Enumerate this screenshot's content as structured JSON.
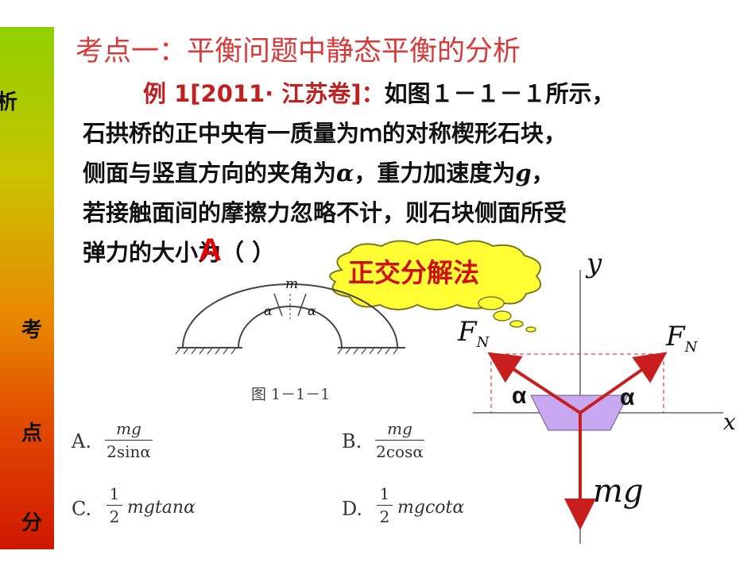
{
  "sidebar": {
    "labels": [
      "析",
      "考",
      "点",
      "分"
    ],
    "gradient_colors": [
      "#8fd000",
      "#e88a00",
      "#d01800"
    ]
  },
  "title": "考点一：平衡问题中静态平衡的分析",
  "question": {
    "prefix": "例 1[2011· 江苏卷]：",
    "line1_rest": "如图１－１－１所示，",
    "line2": "石拱桥的正中央有一质量为ｍ的对称楔形石块，",
    "line3_a": "侧面与竖直方向的夹角为",
    "alpha_symbol": "α",
    "line3_b": "，重力加速度为",
    "g_symbol": "g",
    "line3_c": "，",
    "line4": "若接触面间的摩擦力忽略不计，则石块侧面所受",
    "line5": "弹力的大小为（        ）"
  },
  "answer": "A",
  "method_bubble": "正交分解法",
  "figure": {
    "caption": "图 1－1－1",
    "mass_label": "m",
    "alpha_label": "α"
  },
  "options": [
    {
      "letter": "A.",
      "numerator": "mg",
      "denominator": "2sinα"
    },
    {
      "letter": "B.",
      "numerator": "mg",
      "denominator": "2cosα"
    },
    {
      "letter": "C.",
      "numerator": "1",
      "denominator": "2",
      "suffix": "mgtanα"
    },
    {
      "letter": "D.",
      "numerator": "1",
      "denominator": "2",
      "suffix": "mgcotα"
    }
  ],
  "force_diagram": {
    "y_axis": "y",
    "x_axis": "x",
    "fn_left": "F",
    "fn_right": "F",
    "fn_subscript": "N",
    "alpha_left": "α",
    "alpha_right": "α",
    "weight": "mg",
    "arrow_color": "#c81e1e",
    "block_color": "#c8a8f0"
  }
}
